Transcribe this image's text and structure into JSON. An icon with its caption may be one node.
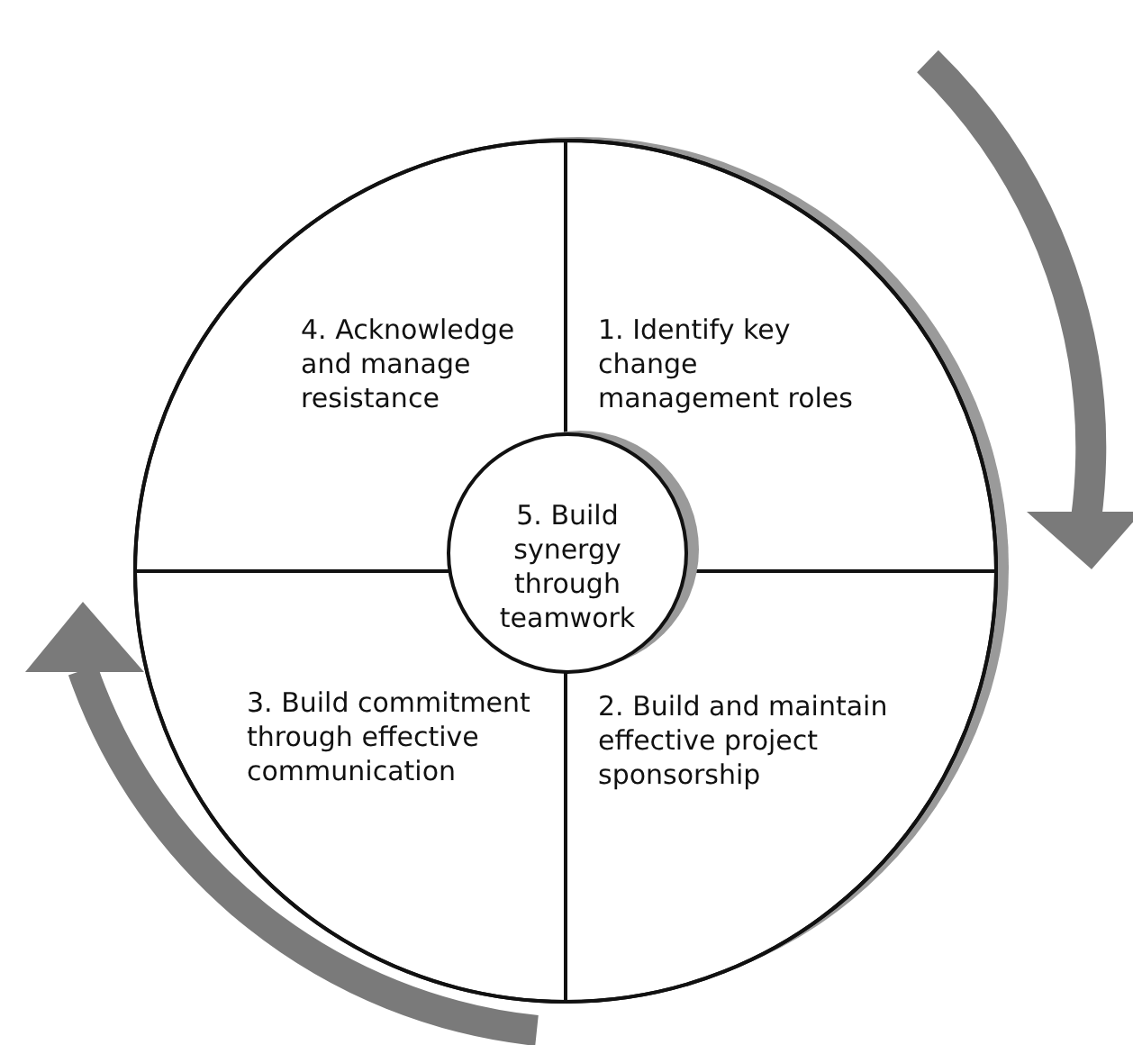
{
  "diagram": {
    "nodes": [
      {
        "text": [],
        "shape": "circle"
      },
      {
        "text": [
          "4. Acknowledge and manage resistance"
        ],
        "in": 0
      },
      {
        "text": [
          "1. Identify key change management roles"
        ],
        "in": 0
      },
      {
        "text": [
          "5. Build synergy through teamwork"
        ],
        "in": 0
      },
      {
        "text": [
          "3. Build commitment through effective communication"
        ],
        "in": 0
      },
      {
        "text": [
          "2. Build and maintain effective project sponsorship"
        ],
        "in": 0
      }
    ],
    "edges": []
  }
}
